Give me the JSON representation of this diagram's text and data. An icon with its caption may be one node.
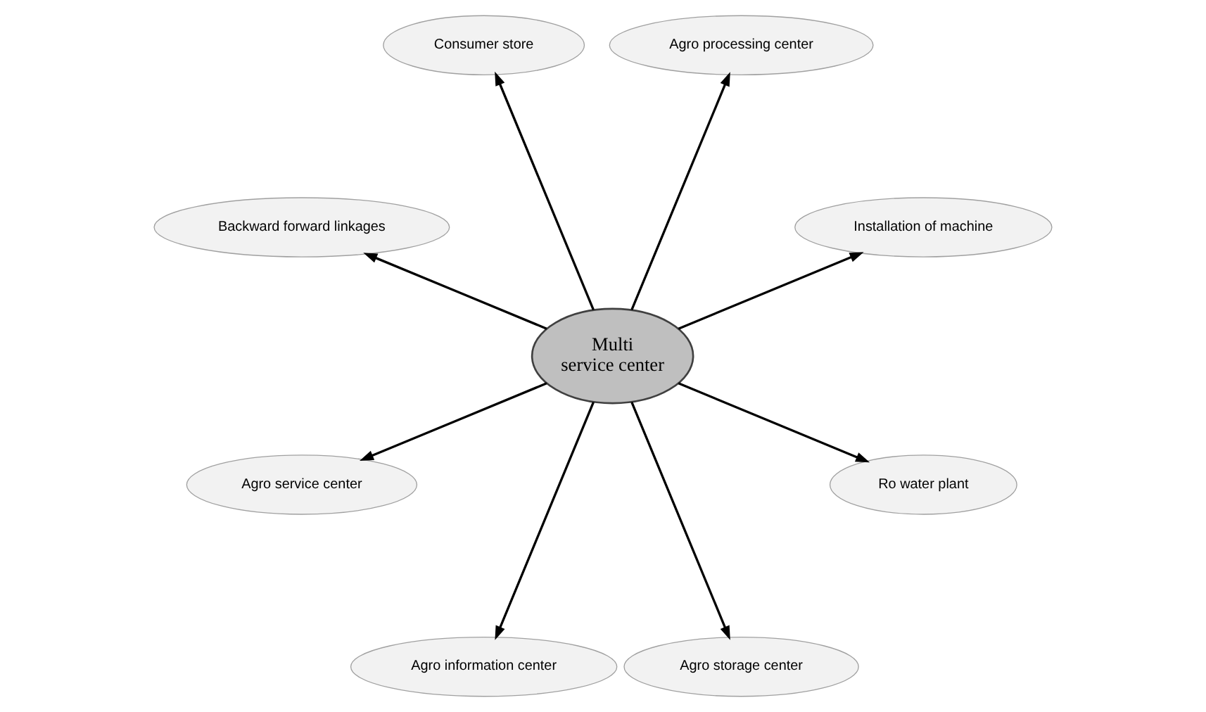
{
  "diagram": {
    "nodes": [
      {
        "text": [
          "Installation of machine"
        ]
      },
      {
        "text": [
          "Agro processing center"
        ]
      },
      {
        "text": [
          "Consumer store"
        ]
      },
      {
        "text": [
          "Multi service center"
        ]
      },
      {
        "text": [
          "Backward forward linkages"
        ]
      },
      {
        "text": [
          "Agro service center"
        ]
      },
      {
        "text": [
          "Agro information center"
        ]
      },
      {
        "text": [
          "Agro storage center"
        ]
      },
      {
        "text": [
          "Ro water plant"
        ]
      }
    ],
    "edges": [
      {
        "from": 3,
        "to": 0,
        "arrow": "to"
      },
      {
        "from": 3,
        "to": 2,
        "arrow": "to"
      },
      {
        "from": 3,
        "to": 4,
        "arrow": "to"
      },
      {
        "from": 3,
        "to": 8,
        "arrow": "to"
      },
      {
        "from": 3,
        "to": 7,
        "arrow": "to"
      },
      {
        "from": 3,
        "to": 6,
        "arrow": "to"
      },
      {
        "from": 3,
        "to": 5,
        "arrow": "to"
      },
      {
        "from": 3,
        "to": 1,
        "arrow": "to"
      }
    ]
  }
}
